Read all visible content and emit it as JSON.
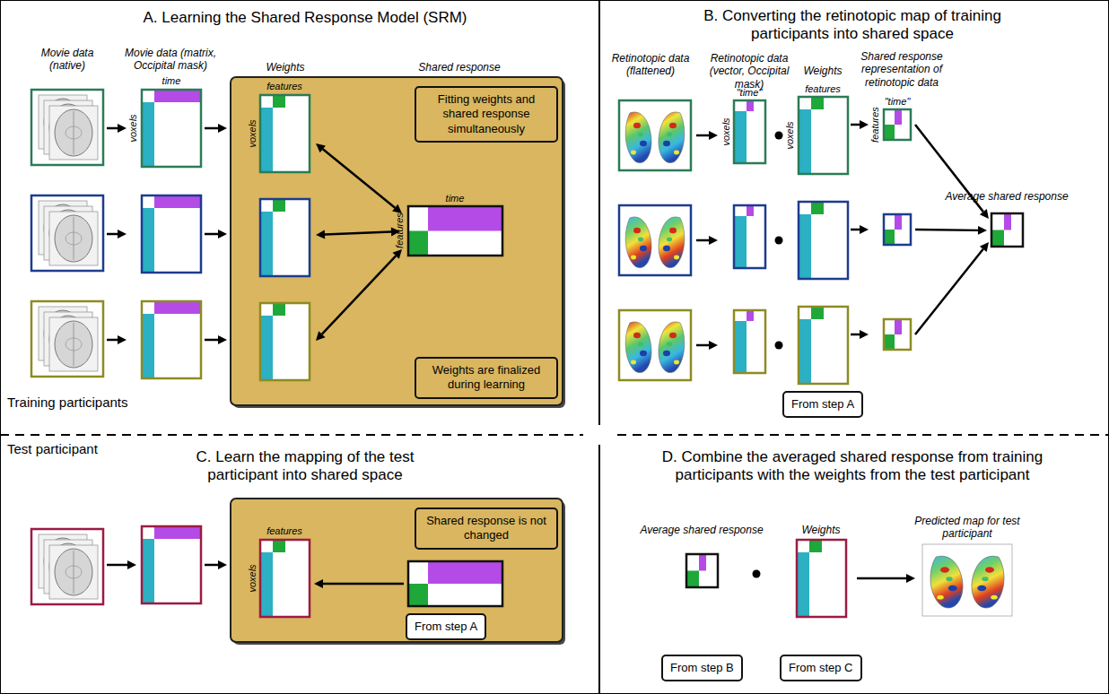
{
  "diagram": {
    "nodes": [
      {
        "text": [
          "Fitting weights and shared response simultaneously"
        ]
      },
      {
        "text": [
          "Weights are finalized during learning"
        ]
      },
      {
        "text": [
          "From step A"
        ]
      },
      {
        "text": [
          "Shared response is not changed"
        ]
      },
      {
        "text": [
          "From step A"
        ]
      },
      {
        "text": [
          "From step B"
        ]
      },
      {
        "text": [
          "From step C"
        ]
      }
    ],
    "labels": [
      "A. Learning the Shared Response Model (SRM)",
      "Movie data (native)",
      "Movie data (matrix, Occipital mask)",
      "Weights",
      "Shared response",
      "time",
      "voxels",
      "features",
      "voxels",
      "features",
      "time",
      "Training participants",
      "B. Converting the retinotopic map of training participants into shared space",
      "Retinotopic data (flattened)",
      "Retinotopic data (vector, Occipital mask)",
      "Weights",
      "Shared response representation of retinotopic data",
      "\"time\"",
      "voxels",
      "features",
      "voxels",
      "\"time\"",
      "features",
      "Average shared response",
      "Test participant",
      "C. Learn the mapping of the test participant into shared space",
      "features",
      "voxels",
      "D. Combine the averaged shared response from training participants with the weights from the test participant",
      "Average shared response",
      "Weights",
      "Predicted map for test participant"
    ]
  }
}
